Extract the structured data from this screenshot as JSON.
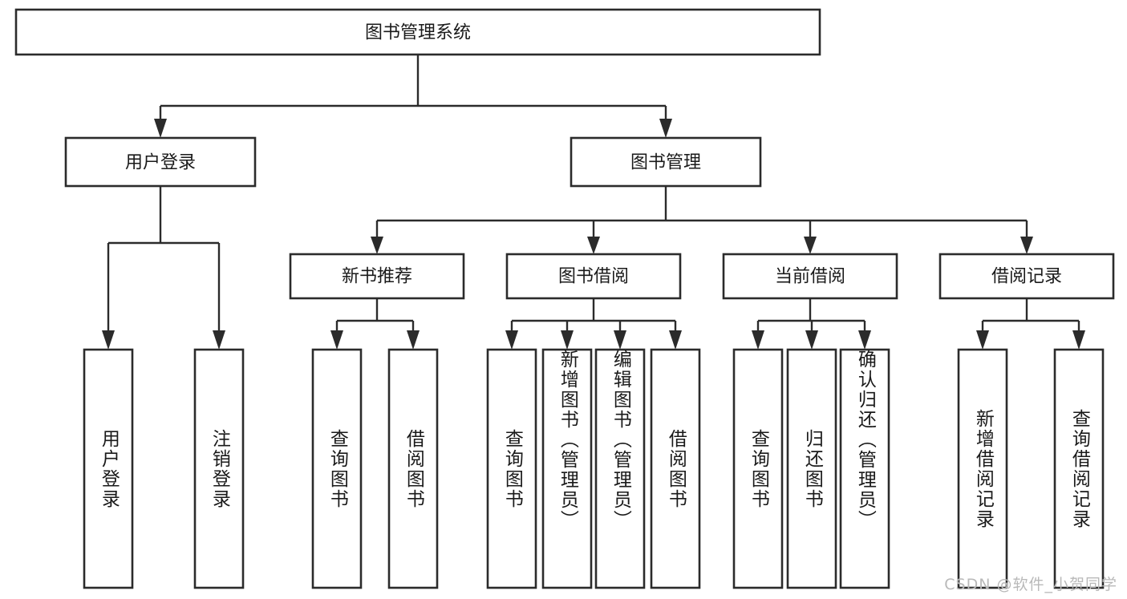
{
  "diagram": {
    "title": "图书管理系统",
    "type": "tree",
    "orientation": "top-down",
    "colors": {
      "box_stroke": "#2b2b2b",
      "box_fill": "#ffffff",
      "text": "#1a1a1a",
      "connector": "#2b2b2b",
      "watermark": "#b9b9b9",
      "background": "#ffffff"
    },
    "root": {
      "label": "图书管理系统"
    },
    "level2": [
      {
        "label": "用户登录"
      },
      {
        "label": "图书管理"
      }
    ],
    "level3": [
      {
        "label": "新书推荐"
      },
      {
        "label": "图书借阅"
      },
      {
        "label": "当前借阅"
      },
      {
        "label": "借阅记录"
      }
    ],
    "leaves": {
      "user_login": [
        {
          "label": "用户登录"
        },
        {
          "label": "注销登录"
        }
      ],
      "new_book_recommend": [
        {
          "label": "查询图书"
        },
        {
          "label": "借阅图书"
        }
      ],
      "book_borrow": [
        {
          "label": "查询图书"
        },
        {
          "label": "新增图书（管理员）"
        },
        {
          "label": "编辑图书（管理员）"
        },
        {
          "label": "借阅图书"
        }
      ],
      "current_borrow": [
        {
          "label": "查询图书"
        },
        {
          "label": "归还图书"
        },
        {
          "label": "确认归还（管理员）"
        }
      ],
      "borrow_record": [
        {
          "label": "新增借阅记录"
        },
        {
          "label": "查询借阅记录"
        }
      ]
    }
  },
  "watermark": {
    "text": "CSDN @软件_小贺同学"
  }
}
